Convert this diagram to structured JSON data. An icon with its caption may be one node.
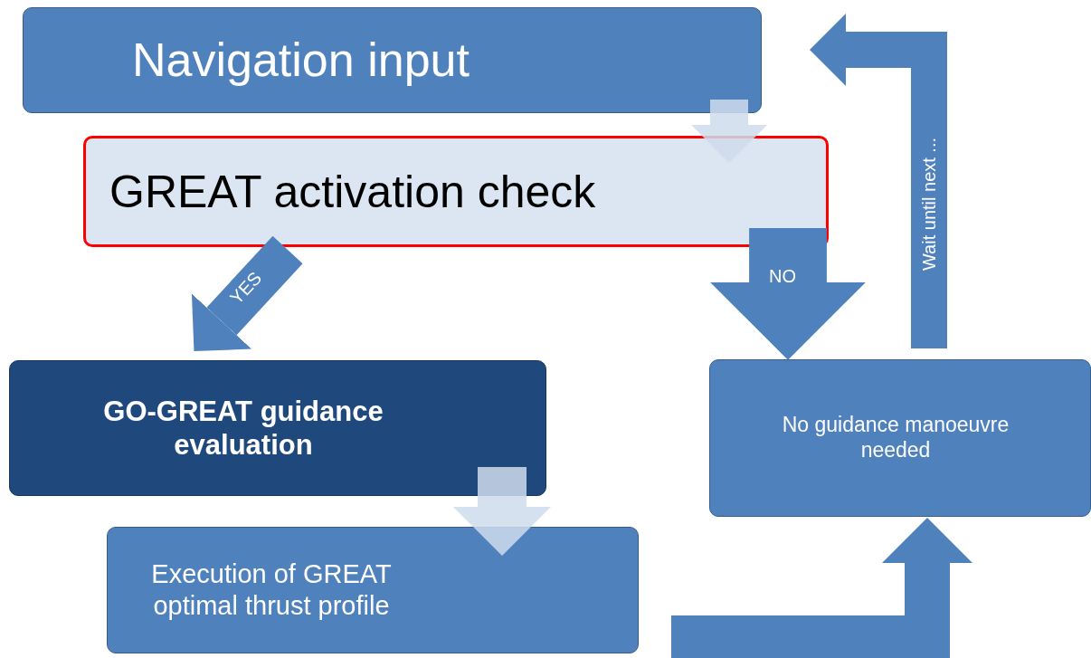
{
  "diagram": {
    "nodes": [
      {
        "text": [
          "Navigation input"
        ]
      },
      {
        "text": [
          "GREAT activation check"
        ]
      },
      {
        "text": [
          "GO-GREAT guidance evaluation"
        ]
      },
      {
        "text": [
          "Execution of GREAT optimal thrust profile"
        ]
      },
      {
        "text": [
          "No guidance manoeuvre needed"
        ]
      }
    ],
    "edges": [
      {
        "from": 0,
        "to": 1,
        "arrow": "to",
        "color": "#d0dced"
      },
      {
        "from": 1,
        "to": 2,
        "arrow": "to",
        "label": "YES"
      },
      {
        "from": 1,
        "to": 4,
        "arrow": "to",
        "label": "NO",
        "style": "thick"
      },
      {
        "from": 2,
        "to": 3,
        "arrow": "to",
        "color": "#d0dced"
      },
      {
        "from": 3,
        "to": 4,
        "arrow": "to"
      },
      {
        "from": 4,
        "to": 0,
        "arrow": "to",
        "label": "Wait until next ..."
      }
    ]
  }
}
